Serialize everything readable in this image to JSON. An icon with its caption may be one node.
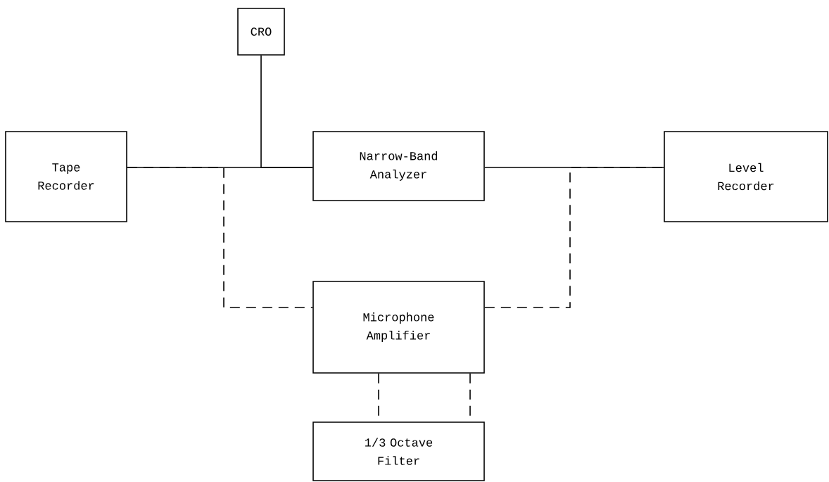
{
  "diagram": {
    "nodes": [
      {
        "text": [
          "CRO"
        ]
      },
      {
        "text": [
          "Tape Recorder"
        ]
      },
      {
        "text": [
          "Narrow-Band Analyzer"
        ]
      },
      {
        "text": [
          "Level Recorder"
        ]
      },
      {
        "text": [
          "Microphone Amplifier"
        ]
      },
      {
        "text": [
          "1/3 Octave Filter"
        ]
      }
    ],
    "edges": [
      {
        "from": 1,
        "to": 2,
        "arrow": "none"
      },
      {
        "from": 0,
        "to": 2,
        "arrow": "none"
      },
      {
        "from": 2,
        "to": 3,
        "arrow": "none"
      },
      {
        "from": 1,
        "to": 4,
        "arrow": "none",
        "style": "dashed"
      },
      {
        "from": 4,
        "to": 3,
        "arrow": "none",
        "style": "dashed"
      },
      {
        "from": 4,
        "to": 5,
        "arrow": "none",
        "style": "dashed"
      },
      {
        "from": 4,
        "to": 5,
        "arrow": "none",
        "style": "dashed"
      }
    ]
  }
}
